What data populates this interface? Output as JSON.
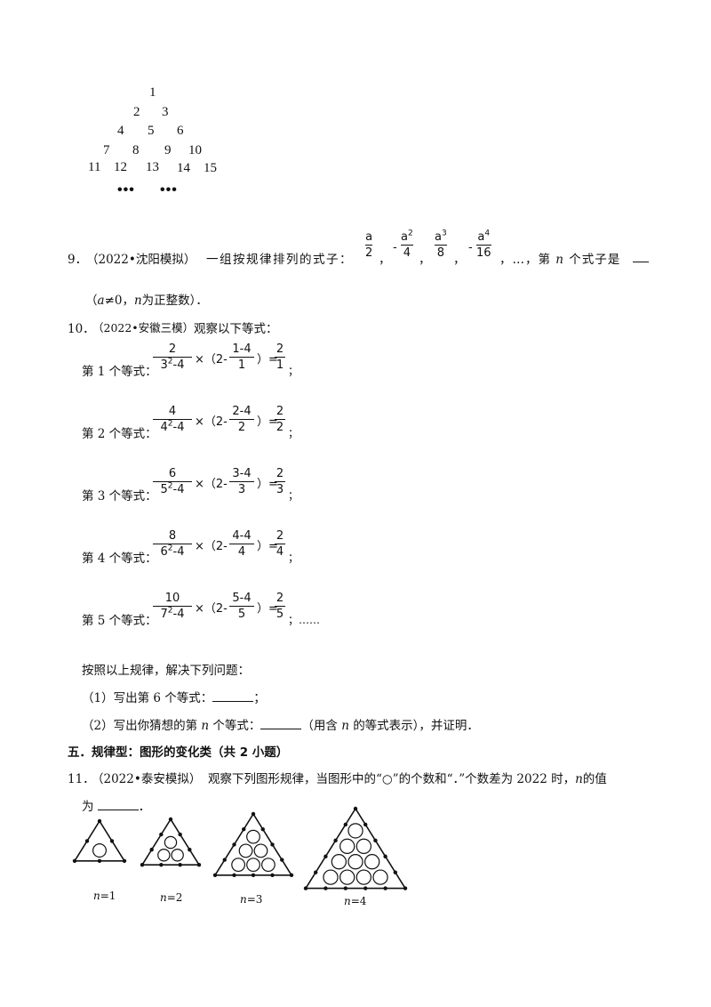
{
  "number_triangle": {
    "rows": [
      [
        "1"
      ],
      [
        "2",
        "3"
      ],
      [
        "4",
        "5",
        "6"
      ],
      [
        "7",
        "8",
        "9",
        "10"
      ],
      [
        "11",
        "12",
        "13",
        "14",
        "15"
      ]
    ],
    "ellipsis": "•••"
  },
  "q9": {
    "number": "9．",
    "source": "（2022•沈阳模拟）",
    "text": "一组按规律排列的式子：",
    "fractions": [
      {
        "sign": "",
        "num": "a",
        "exp": "",
        "den": "2"
      },
      {
        "sign": "-",
        "num": "a",
        "exp": "2",
        "den": "4"
      },
      {
        "sign": "",
        "num": "a",
        "exp": "3",
        "den": "8"
      },
      {
        "sign": "-",
        "num": "a",
        "exp": "4",
        "den": "16"
      }
    ],
    "sep": "，",
    "tail": "，…，第",
    "n": "n",
    "tail2": "个式子是",
    "cond_open": "（",
    "cond_a": "a",
    "cond_mid": "≠0，",
    "cond_n": "n",
    "cond_close": "为正整数）．"
  },
  "q10": {
    "number": "10．",
    "source": "（2022•安徽三模）",
    "text": "观察以下等式：",
    "equations": [
      {
        "label": "第 1 个等式：",
        "n1": "2",
        "base": "3",
        "e1": "2",
        "m": "4",
        "inner_num": "1-4",
        "inner_den": "1",
        "r_num": "2",
        "r_den": "1",
        "end": "；"
      },
      {
        "label": "第 2 个等式：",
        "n1": "4",
        "base": "4",
        "e1": "2",
        "m": "4",
        "inner_num": "2-4",
        "inner_den": "2",
        "r_num": "2",
        "r_den": "2",
        "end": "；"
      },
      {
        "label": "第 3 个等式：",
        "n1": "6",
        "base": "5",
        "e1": "2",
        "m": "4",
        "inner_num": "3-4",
        "inner_den": "3",
        "r_num": "2",
        "r_den": "3",
        "end": "；"
      },
      {
        "label": "第 4 个等式：",
        "n1": "8",
        "base": "6",
        "e1": "2",
        "m": "4",
        "inner_num": "4-4",
        "inner_den": "4",
        "r_num": "2",
        "r_den": "4",
        "end": "；"
      },
      {
        "label": "第 5 个等式：",
        "n1": "10",
        "base": "7",
        "e1": "2",
        "m": "4",
        "inner_num": "5-4",
        "inner_den": "5",
        "r_num": "2",
        "r_den": "5",
        "end": "；……"
      }
    ],
    "times": "×（2-",
    "close": "）=",
    "instruction": "按照以上规律，解决下列问题：",
    "sub1_a": "（1）写出第 6 个等式：",
    "sub1_b": "；",
    "sub2_a": "（2）写出你猜想的第",
    "sub2_n": "n",
    "sub2_b": "个等式：",
    "sub2_c": "（用含",
    "sub2_n2": "n",
    "sub2_d": "的等式表示），并证明．"
  },
  "section5": {
    "title": "五．规律型：图形的变化类（共 2 小题）"
  },
  "q11": {
    "number": "11．",
    "source": "（2022•泰安模拟）",
    "text_a": "观察下列图形规律，当图形中的“○”的个数和“．”个数差为 2022 时，",
    "n": "n",
    "text_b": "的值",
    "line2": "为",
    "end": "．",
    "figures": [
      {
        "n_label": "n",
        "eq": "=1",
        "k": 1
      },
      {
        "n_label": "n",
        "eq": "=2",
        "k": 2
      },
      {
        "n_label": "n",
        "eq": "=3",
        "k": 3
      },
      {
        "n_label": "n",
        "eq": "=4",
        "k": 4
      }
    ]
  }
}
